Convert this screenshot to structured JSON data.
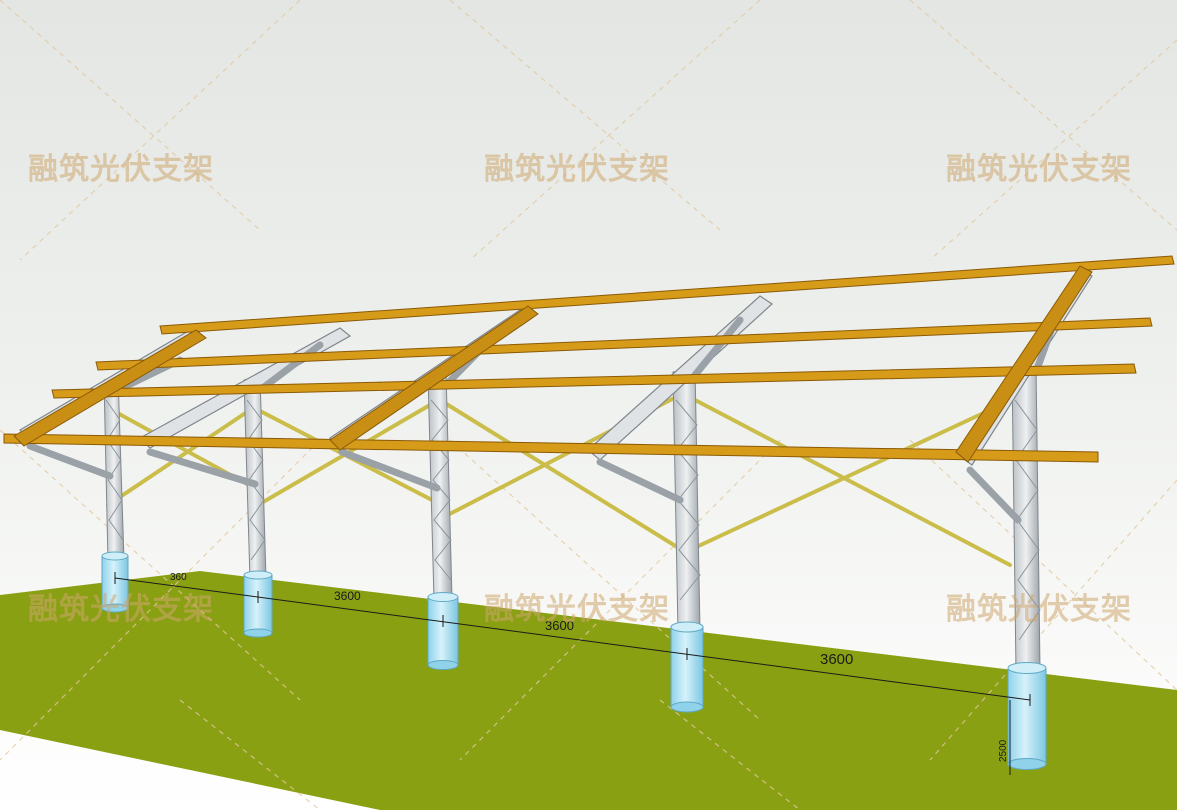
{
  "watermark": {
    "text": "融筑光伏支架"
  },
  "dimensions": {
    "small_left": "360",
    "span_1": "3600",
    "span_2": "3600",
    "span_3": "3600",
    "vertical": "2500"
  },
  "colors": {
    "rail": "#d79b1a",
    "rail_dark": "#8a5a06",
    "steel": "#d8dcdf",
    "steel_dark": "#8a9096",
    "brace": "#d6c95a",
    "foundation": "#a9dff2",
    "ground": "#8aa013",
    "watermark": "#cda56e"
  }
}
